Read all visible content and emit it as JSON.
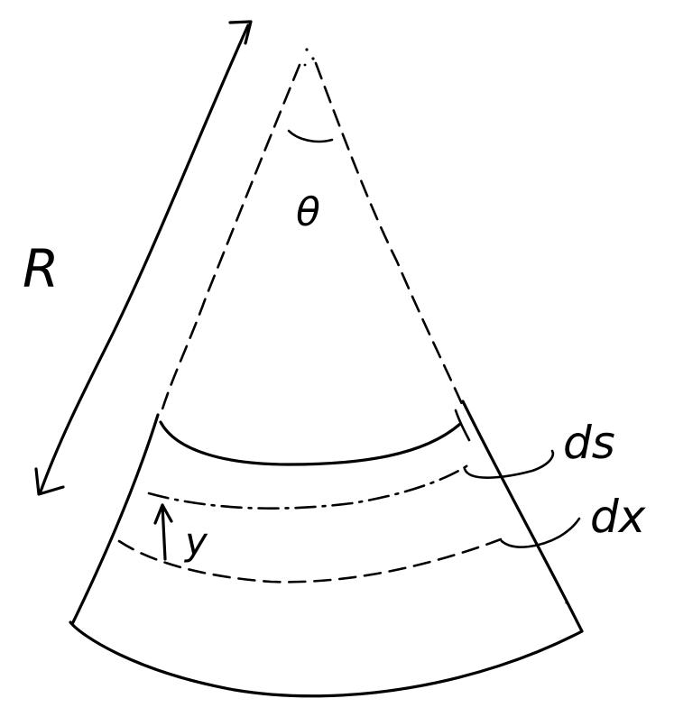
{
  "labels": {
    "radius": "R",
    "angle": "θ",
    "arc_length": "ds",
    "width": "dx",
    "height": "y"
  },
  "colors": {
    "ink": "#000000",
    "paper": "#ffffff"
  }
}
